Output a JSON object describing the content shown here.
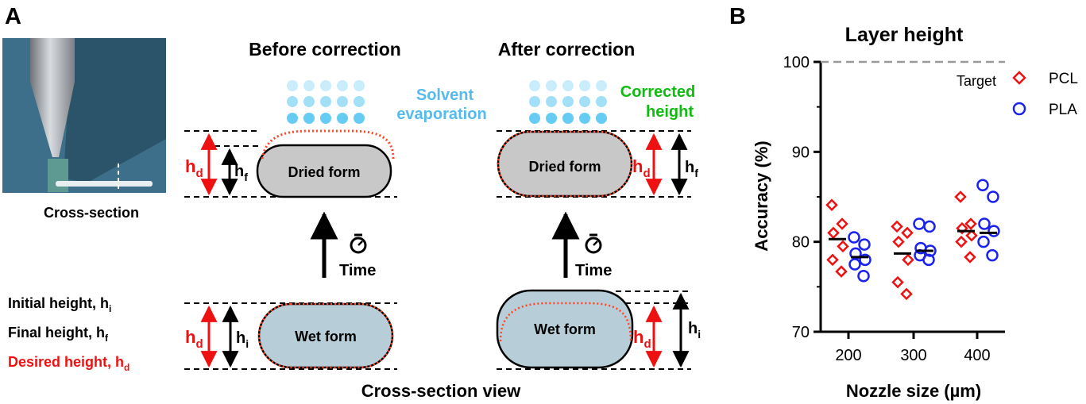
{
  "panel_a": {
    "label": "A",
    "photo_caption": "Cross-section",
    "before_title": "Before correction",
    "after_title": "After correction",
    "solvent_line1": "Solvent",
    "solvent_line2": "evaporation",
    "corrected_line1": "Corrected",
    "corrected_line2": "height",
    "dried_form": "Dried form",
    "wet_form": "Wet form",
    "time": "Time",
    "h_d": "h",
    "h_d_sub": "d",
    "h_f": "h",
    "h_f_sub": "f",
    "h_i": "h",
    "h_i_sub": "i",
    "legend_initial": "Initial height, h",
    "legend_initial_sub": "i",
    "legend_final": "Final height, h",
    "legend_final_sub": "f",
    "legend_desired": "Desired height, h",
    "legend_desired_sub": "d",
    "bottom_caption": "Cross-section view",
    "colors": {
      "red": "#ee1111",
      "blue_text": "#55bbee",
      "green": "#11bb11",
      "dried": "#c8c8c8",
      "wet": "#b7cdd8"
    }
  },
  "panel_b": {
    "label": "B",
    "target_label": "Target"
  },
  "chart_data": {
    "type": "scatter",
    "title": "Layer height",
    "xlabel": "Nozzle size (µm)",
    "ylabel": "Accuracy (%)",
    "categories": [
      "200",
      "300",
      "400"
    ],
    "ylim": [
      70,
      100
    ],
    "yticks": [
      "70",
      "80",
      "90",
      "100"
    ],
    "target": 100,
    "legend_position": "top-right",
    "series": [
      {
        "name": "PCL",
        "marker": "diamond",
        "color": "#ee1111",
        "values": [
          [
            84.1,
            82.0,
            81.0,
            79.5,
            78.0,
            76.7
          ],
          [
            81.7,
            81.0,
            80.0,
            78.0,
            75.5,
            74.2
          ],
          [
            85.0,
            82.0,
            81.5,
            80.7,
            80.0,
            78.3
          ]
        ],
        "means": [
          80.3,
          78.7,
          81.2
        ]
      },
      {
        "name": "PLA",
        "marker": "circle",
        "color": "#1a22ee",
        "values": [
          [
            80.5,
            79.7,
            78.7,
            78.0,
            77.5,
            76.2
          ],
          [
            82.0,
            81.7,
            79.3,
            79.0,
            78.5,
            78.0
          ],
          [
            86.3,
            85.0,
            82.0,
            81.2,
            80.0,
            78.5
          ]
        ],
        "means": [
          78.3,
          79.0,
          81.0
        ]
      }
    ]
  }
}
